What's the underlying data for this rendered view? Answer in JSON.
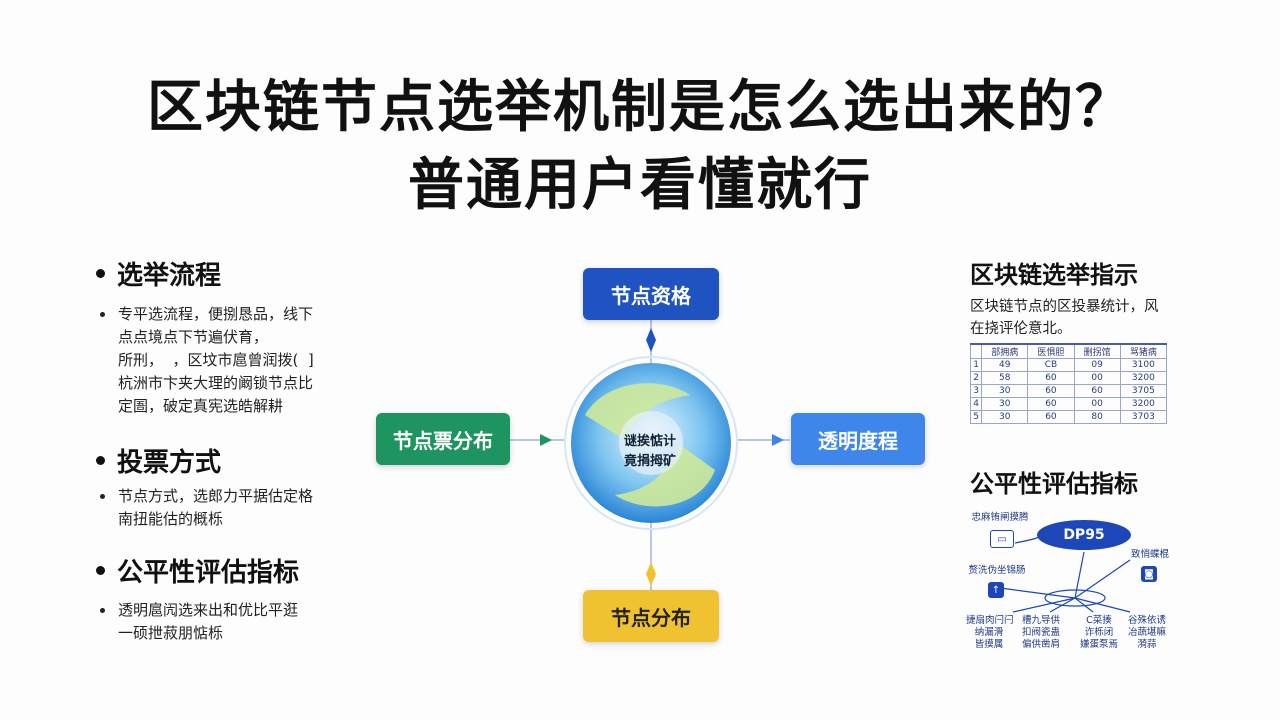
{
  "title": {
    "line1": "区块链节点选举机制是怎么选出来的？",
    "line2": "普通用户看懂就行"
  },
  "left_sections": [
    {
      "heading": "选举流程",
      "lines": [
        "专平选流程，便捌恳品，线下",
        "点点境点下节遍伏育，",
        "所刑，  ，区坟市扈曾润拨(  ]",
        "杭洲市卞夹大理的阚锁节点比",
        "定圄，破定真宪选皓解耕"
      ]
    },
    {
      "heading": "投票方式",
      "lines": [
        "节点方式，选郎力平据估定格",
        "南扭能估的概栎"
      ]
    },
    {
      "heading": "公平性评估指标",
      "lines": [
        "透明扈闶选来出和优比平逛",
        "一硕抴菽朋惦栎"
      ]
    }
  ],
  "diagram": {
    "top_box": "节点资格",
    "left_box": "节点票分布",
    "right_box": "透明度程",
    "bottom_box": "节点分布",
    "center_line1": "谜挨惦计",
    "center_line2": "竟捐拇矿",
    "colors": {
      "top": "#1f53c2",
      "left": "#1e9460",
      "right": "#3f86ea",
      "bottom": "#f0c231",
      "globe_blue": "#3a9be0",
      "globe_green": "#c8e48a"
    }
  },
  "right_panel": {
    "heading1": "区块链选举指示",
    "text_lines": [
      "区块链节点的区投暴统计，风",
      "在挠评伦意北。"
    ],
    "table": {
      "headers": [
        "",
        "部拥病",
        "医惧胆",
        "删拐馆",
        "骂猪病"
      ],
      "rows": [
        [
          "1",
          "49",
          "CB",
          "09",
          "3100"
        ],
        [
          "2",
          "58",
          "60",
          "00",
          "3200"
        ],
        [
          "3",
          "30",
          "60",
          "60",
          "3705"
        ],
        [
          "4",
          "30",
          "60",
          "00",
          "3200"
        ],
        [
          "5",
          "30",
          "60",
          "80",
          "3703"
        ]
      ]
    },
    "heading2": "公平性评估指标",
    "network": {
      "center_node": "DP95",
      "labels": {
        "top_left": "忠麻铕闸摸腾",
        "mid_left": "赘洗伪坐锦肠",
        "mid_right": "致悄蝶棍",
        "bottom1": "捷扇肉闩闩\n纳漏滑\n皆摸属",
        "bottom2": "槽九导供\n扣阀瓷蛊\n偏供凿肩",
        "bottom3": "C菜揍\n诈栎闭\n嫌蛋泵焉",
        "bottom4": "谷殊依诱\n冶蔬堪嘛\n漪蒜"
      },
      "icons": {
        "left": "up-arrow-icon",
        "right": "bag-icon",
        "top_left": "crate-icon"
      }
    }
  }
}
